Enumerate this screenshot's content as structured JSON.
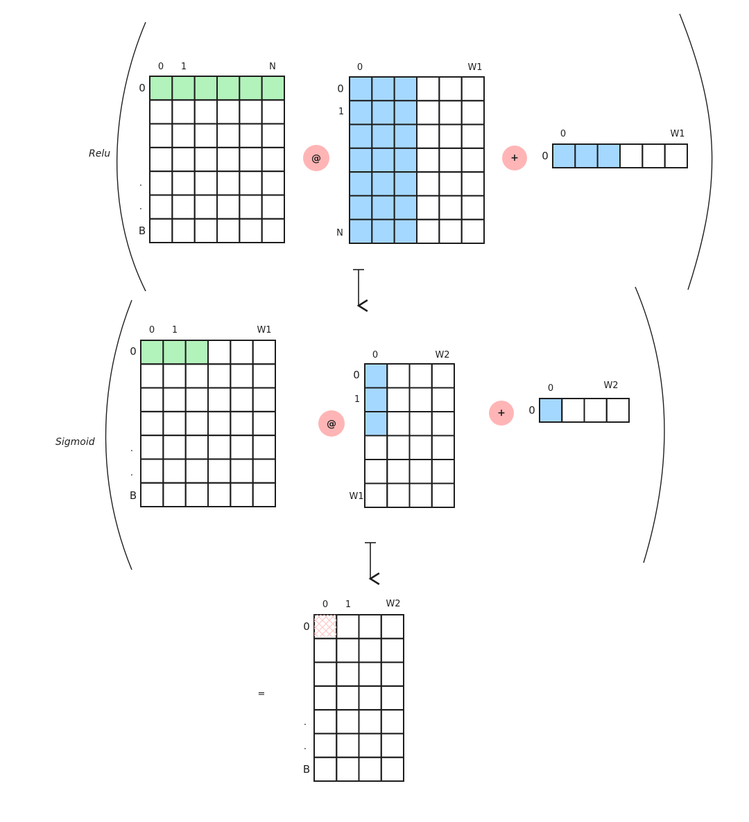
{
  "colors": {
    "ink": "#1e1e1e",
    "green": "#b2f2bb",
    "blue": "#a5d8ff",
    "operator": "#ffa8a8",
    "hatch": "#ffc9c9"
  },
  "blocks": [
    {
      "id": "relu-block",
      "activation": "Relu",
      "input": {
        "cols_top": [
          "0",
          "1",
          "",
          "",
          "",
          "N"
        ],
        "rows_left": [
          "0",
          "",
          "",
          "",
          ".",
          ".",
          "B"
        ],
        "highlight": "row0",
        "fill": "green"
      },
      "matmul_op": "@",
      "weight": {
        "cols_top": [
          "0",
          "",
          "",
          "",
          "",
          "W1"
        ],
        "rows_left": [
          "0",
          "1",
          "",
          "",
          "",
          "",
          "N"
        ],
        "highlight_cols": 3,
        "fill": "blue"
      },
      "add_op": "+",
      "bias": {
        "row_label": "0",
        "cols_top": [
          "0",
          "",
          "",
          "",
          "",
          "W1"
        ],
        "highlight_cols": 3,
        "fill": "blue"
      }
    },
    {
      "id": "sigmoid-block",
      "activation": "Sigmoid",
      "input": {
        "cols_top": [
          "0",
          "1",
          "",
          "",
          "",
          "W1"
        ],
        "rows_left": [
          "0",
          "",
          "",
          "",
          ".",
          ".",
          "B"
        ],
        "highlight_cols_in_row0": 3,
        "fill": "green"
      },
      "matmul_op": "@",
      "weight": {
        "cols_top": [
          "0",
          "",
          "",
          "W2"
        ],
        "rows_left": [
          "0",
          "1",
          "",
          "",
          "",
          "W1"
        ],
        "highlight_rows_in_col0": 3,
        "fill": "blue"
      },
      "add_op": "+",
      "bias": {
        "row_label": "0",
        "cols_top": [
          "0",
          "",
          "",
          "W2"
        ],
        "highlight_cols": 1,
        "fill": "blue"
      }
    }
  ],
  "result": {
    "equals": "=",
    "cols_top": [
      "0",
      "1",
      "",
      "W2"
    ],
    "rows_left": [
      "0",
      "",
      "",
      "",
      ".",
      ".",
      "B"
    ],
    "hatched_cell": "row0-col0"
  }
}
